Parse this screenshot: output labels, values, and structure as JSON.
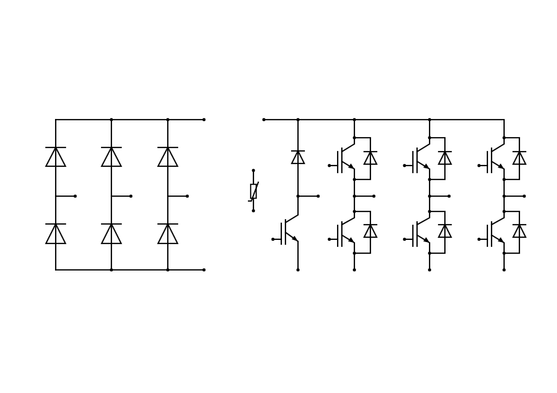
{
  "diagram": {
    "stroke_color": "#000000",
    "background_color": "#ffffff",
    "rectifier": {
      "legs": 3,
      "diodes_per_leg": 2
    },
    "brake_chopper": {
      "switch": "igbt",
      "freewheel_diode": true,
      "thermistor": "ntc"
    },
    "inverter": {
      "legs": 3,
      "switches_per_leg": 2,
      "switch": "igbt-with-antiparallel-diode"
    }
  }
}
